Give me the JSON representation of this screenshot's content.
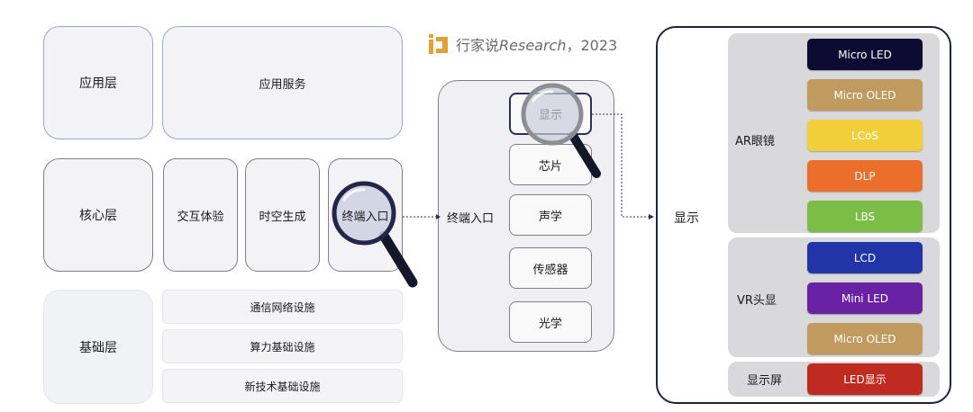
{
  "watermark": {
    "brand_text": "行家说",
    "research_text": "Research",
    "year_text": "，2023"
  },
  "layers": {
    "application": {
      "label": "应用层",
      "service": "应用服务"
    },
    "core": {
      "label": "核心层",
      "items": [
        "交互体验",
        "时空生成",
        "终端入口"
      ]
    },
    "foundation": {
      "label": "基础层",
      "items": [
        "通信网络设施",
        "算力基础设施",
        "新技术基础设施"
      ]
    }
  },
  "terminal": {
    "label": "终端入口",
    "items": [
      "显示",
      "芯片",
      "声学",
      "传感器",
      "光学"
    ]
  },
  "display": {
    "label": "显示",
    "groups": [
      {
        "label": "AR眼镜",
        "items": [
          {
            "text": "Micro LED",
            "color": "#0e0b33"
          },
          {
            "text": "Micro OLED",
            "color": "#c09a5e"
          },
          {
            "text": "LCoS",
            "color": "#f0cf3a"
          },
          {
            "text": "DLP",
            "color": "#ec6e2b"
          },
          {
            "text": "LBS",
            "color": "#7cbd48"
          }
        ]
      },
      {
        "label": "VR头显",
        "items": [
          {
            "text": "LCD",
            "color": "#2235a8"
          },
          {
            "text": "Mini LED",
            "color": "#6a22a4"
          },
          {
            "text": "Micro OLED",
            "color": "#c09a5e"
          }
        ]
      },
      {
        "label": "显示屏",
        "items": [
          {
            "text": "LED显示",
            "color": "#bf2b21"
          }
        ]
      }
    ]
  }
}
